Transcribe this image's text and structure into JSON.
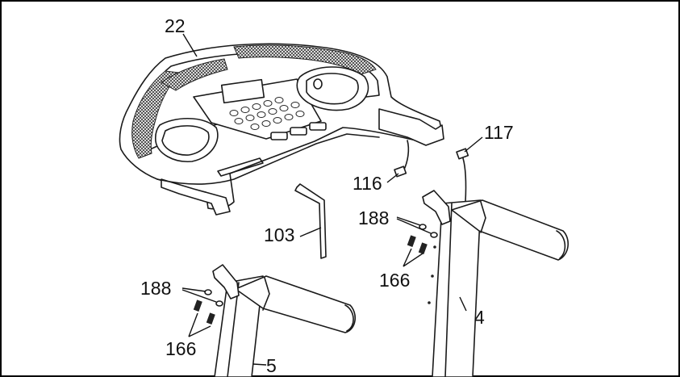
{
  "labels": {
    "console": "22",
    "hex_key": "103",
    "cable_left": "116",
    "cable_right": "117",
    "washer_right": "188",
    "bolt_right": "166",
    "washer_left": "188",
    "bolt_left": "166",
    "upright_right": "4",
    "upright_left": "5"
  }
}
